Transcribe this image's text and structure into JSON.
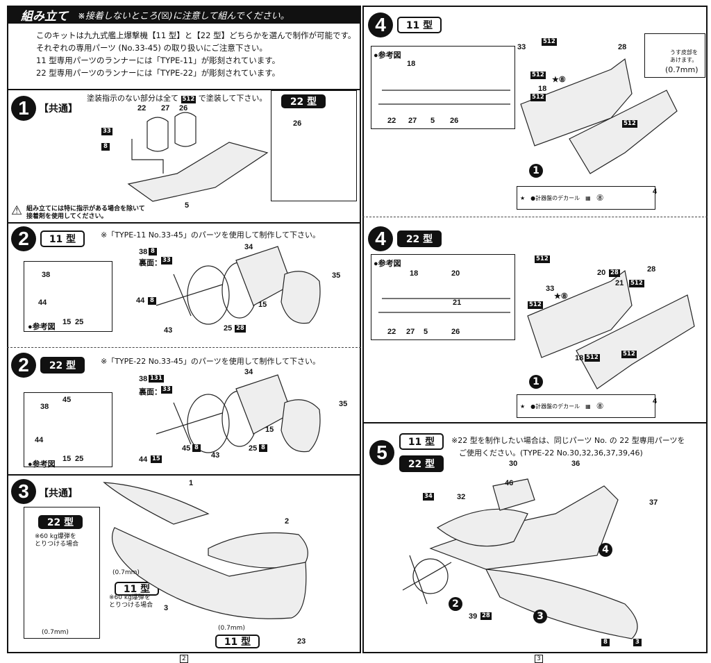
{
  "header": {
    "title": "組み立て",
    "subtitle": "※接着しないところ(☒)に注意して組んでください。"
  },
  "intro": [
    "このキットは九九式艦上爆撃機【11 型】と【22 型】どちらかを選んで制作が可能です。",
    "それぞれの専用パーツ (No.33-45) の取り扱いにご注意下さい。",
    "11 型専用パーツのランナーには「TYPE-11」が彫刻されています。",
    "22 型専用パーツのランナーには「TYPE-22」が彫刻されています。"
  ],
  "step1": {
    "num": "1",
    "tag": "【共通】",
    "note_pre": "塗装指示のない部分は全て",
    "note_chip": "512",
    "note_post": "で塗装して下さい。",
    "badge": "22 型",
    "warning": "組み立てには特に指示がある場合を除いて\n接着剤を使用してください。",
    "labels": [
      {
        "t": "22",
        "k": "num"
      },
      {
        "t": "27",
        "k": "num"
      },
      {
        "t": "26",
        "k": "num"
      },
      {
        "t": "33",
        "k": "chip"
      },
      {
        "t": "8",
        "k": "chip"
      },
      {
        "t": "5",
        "k": "num"
      },
      {
        "t": "26",
        "k": "num"
      }
    ]
  },
  "step2a": {
    "num": "2",
    "badge": "11 型",
    "note": "※「TYPE-11 No.33-45」のパーツを使用して制作して下さい。",
    "labels": [
      {
        "t": "38",
        "k": "num"
      },
      {
        "t": "8",
        "k": "chip"
      },
      {
        "t": "裏面：",
        "k": "num"
      },
      {
        "t": "33",
        "k": "chip"
      },
      {
        "t": "34",
        "k": "num"
      },
      {
        "t": "35",
        "k": "num"
      },
      {
        "t": "15",
        "k": "num"
      },
      {
        "t": "44",
        "k": "num"
      },
      {
        "t": "8",
        "k": "chip"
      },
      {
        "t": "43",
        "k": "num"
      },
      {
        "t": "25",
        "k": "num"
      },
      {
        "t": "28",
        "k": "chip"
      },
      {
        "t": "38",
        "k": "num"
      },
      {
        "t": "44",
        "k": "num"
      },
      {
        "t": "15",
        "k": "num"
      },
      {
        "t": "25",
        "k": "num"
      },
      {
        "t": "●参考図",
        "k": "num"
      }
    ]
  },
  "step2b": {
    "num": "2",
    "badge": "22 型",
    "note": "※「TYPE-22 No.33-45」のパーツを使用して制作して下さい。",
    "labels": [
      {
        "t": "38",
        "k": "num"
      },
      {
        "t": "131",
        "k": "chip"
      },
      {
        "t": "裏面：",
        "k": "num"
      },
      {
        "t": "33",
        "k": "chip"
      },
      {
        "t": "34",
        "k": "num"
      },
      {
        "t": "35",
        "k": "num"
      },
      {
        "t": "15",
        "k": "num"
      },
      {
        "t": "44",
        "k": "num"
      },
      {
        "t": "15",
        "k": "chip"
      },
      {
        "t": "45",
        "k": "num"
      },
      {
        "t": "8",
        "k": "chip"
      },
      {
        "t": "43",
        "k": "num"
      },
      {
        "t": "25",
        "k": "num"
      },
      {
        "t": "8",
        "k": "chip"
      },
      {
        "t": "38",
        "k": "num"
      },
      {
        "t": "45",
        "k": "num"
      },
      {
        "t": "44",
        "k": "num"
      },
      {
        "t": "15",
        "k": "num"
      },
      {
        "t": "25",
        "k": "num"
      },
      {
        "t": "●参考図",
        "k": "num"
      }
    ]
  },
  "step3": {
    "num": "3",
    "tag": "【共通】",
    "labels": [
      {
        "t": "1",
        "k": "num"
      },
      {
        "t": "2",
        "k": "num"
      },
      {
        "t": "3",
        "k": "num"
      },
      {
        "t": "23",
        "k": "num"
      },
      {
        "t": "※60 kg爆弾を\nとりつける場合",
        "k": "txt"
      },
      {
        "t": "(0.7mm)",
        "k": "txt"
      },
      {
        "t": "(0.7mm)",
        "k": "txt"
      },
      {
        "t": "※60 kg爆弾を\nとりつける場合",
        "k": "txt"
      },
      {
        "t": "(0.7mm)",
        "k": "txt"
      }
    ],
    "badges": [
      "22 型",
      "11 型",
      "11 型"
    ]
  },
  "step4a": {
    "num": "4",
    "badge": "11 型",
    "callout": "うす皮部を\nあけます。",
    "callout_size": "(0.7mm)",
    "decal": "●計器盤のデカール",
    "decal_num": "⑧",
    "labels": [
      {
        "t": "33",
        "k": "num"
      },
      {
        "t": "512",
        "k": "chip"
      },
      {
        "t": "28",
        "k": "num"
      },
      {
        "t": "512",
        "k": "chip"
      },
      {
        "t": "★⑧",
        "k": "num"
      },
      {
        "t": "18",
        "k": "num"
      },
      {
        "t": "512",
        "k": "chip"
      },
      {
        "t": "512",
        "k": "chip"
      },
      {
        "t": "4",
        "k": "num"
      },
      {
        "t": "1",
        "k": "circle"
      },
      {
        "t": "●参考図",
        "k": "num"
      },
      {
        "t": "18",
        "k": "num"
      },
      {
        "t": "22",
        "k": "num"
      },
      {
        "t": "27",
        "k": "num"
      },
      {
        "t": "5",
        "k": "num"
      },
      {
        "t": "26",
        "k": "num"
      }
    ]
  },
  "step4b": {
    "num": "4",
    "badge": "22 型",
    "decal": "●計器盤のデカール",
    "decal_num": "⑧",
    "labels": [
      {
        "t": "512",
        "k": "chip"
      },
      {
        "t": "20",
        "k": "num"
      },
      {
        "t": "28",
        "k": "chip"
      },
      {
        "t": "28",
        "k": "num"
      },
      {
        "t": "21",
        "k": "num"
      },
      {
        "t": "512",
        "k": "chip"
      },
      {
        "t": "33",
        "k": "num"
      },
      {
        "t": "★⑧",
        "k": "num"
      },
      {
        "t": "512",
        "k": "chip"
      },
      {
        "t": "18",
        "k": "num"
      },
      {
        "t": "512",
        "k": "chip"
      },
      {
        "t": "512",
        "k": "chip"
      },
      {
        "t": "4",
        "k": "num"
      },
      {
        "t": "1",
        "k": "circle"
      },
      {
        "t": "●参考図",
        "k": "num"
      },
      {
        "t": "18",
        "k": "num"
      },
      {
        "t": "20",
        "k": "num"
      },
      {
        "t": "21",
        "k": "num"
      },
      {
        "t": "22",
        "k": "num"
      },
      {
        "t": "27",
        "k": "num"
      },
      {
        "t": "5",
        "k": "num"
      },
      {
        "t": "26",
        "k": "num"
      }
    ]
  },
  "step5": {
    "num": "5",
    "badge11": "11 型",
    "badge22": "22 型",
    "note": "※22 型を制作したい場合は、同じパーツ No. の 22 型専用パーツを\n　ご使用ください。(TYPE-22 No.30,32,36,37,39,46)",
    "labels": [
      {
        "t": "30",
        "k": "num"
      },
      {
        "t": "36",
        "k": "num"
      },
      {
        "t": "46",
        "k": "num"
      },
      {
        "t": "32",
        "k": "num"
      },
      {
        "t": "34",
        "k": "chip"
      },
      {
        "t": "37",
        "k": "num"
      },
      {
        "t": "4",
        "k": "circle"
      },
      {
        "t": "2",
        "k": "circle"
      },
      {
        "t": "39",
        "k": "num"
      },
      {
        "t": "28",
        "k": "chip"
      },
      {
        "t": "3",
        "k": "circle"
      },
      {
        "t": "8",
        "k": "chip"
      },
      {
        "t": "3",
        "k": "chip"
      }
    ]
  },
  "pages": {
    "left": "2",
    "right": "3"
  }
}
